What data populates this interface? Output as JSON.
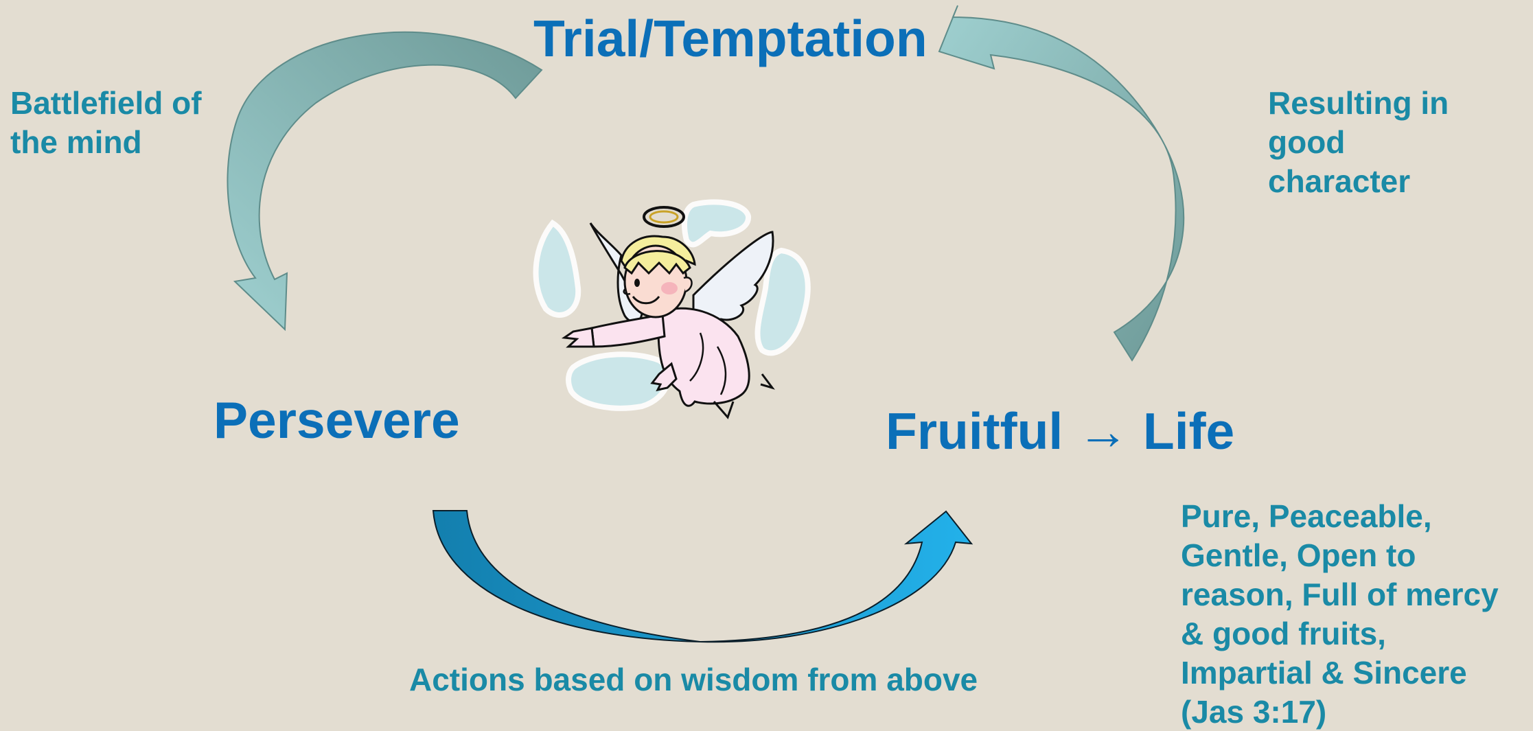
{
  "colors": {
    "background": "#e3ddd1",
    "heading": "#0b6fb8",
    "caption": "#1a8aa6",
    "arrow_muted_light": "#9fd0d0",
    "arrow_muted_dark": "#6e9a98",
    "arrow_bright_light": "#23b1ea",
    "arrow_bright_dark": "#137fae"
  },
  "diagram": {
    "nodes": {
      "trial": "Trial/Temptation",
      "persevere": "Persevere",
      "fruitful": "Fruitful → Life"
    },
    "captions": {
      "battlefield": "Battlefield of\nthe mind",
      "resulting": "Resulting in\ngood\ncharacter",
      "actions": "Actions based on wisdom from above",
      "qualities": "Pure, Peaceable,\nGentle, Open to\nreason, Full of mercy\n& good fruits,\nImpartial & Sincere\n(Jas 3:17)"
    },
    "arrows": [
      {
        "from": "trial",
        "to": "persevere",
        "style": "muted"
      },
      {
        "from": "persevere",
        "to": "fruitful",
        "style": "bright"
      },
      {
        "from": "fruitful",
        "to": "trial",
        "style": "muted"
      }
    ],
    "illustration": "angel-icon"
  }
}
